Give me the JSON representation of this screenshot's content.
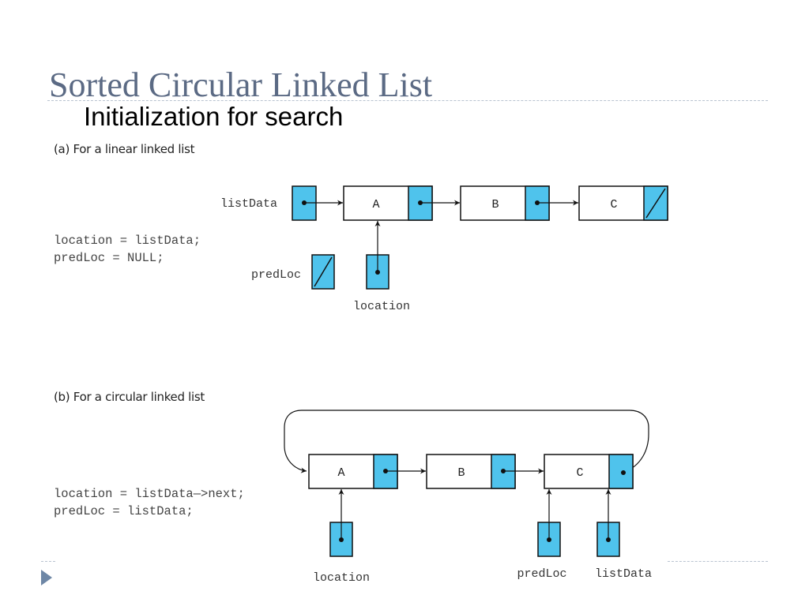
{
  "slide": {
    "title": "Sorted Circular Linked List",
    "subtitle": "Initialization for search"
  },
  "panel_a": {
    "label": "(a) For a linear linked list",
    "code": [
      "location = listData;",
      "predLoc = NULL;"
    ],
    "pointer_labels": {
      "list_data": "listData",
      "pred_loc": "predLoc",
      "location": "location"
    },
    "nodes": [
      "A",
      "B",
      "C"
    ]
  },
  "panel_b": {
    "label": "(b) For a circular linked list",
    "code": [
      "location = listData—>next;",
      "predLoc = listData;"
    ],
    "pointer_labels": {
      "location": "location",
      "pred_loc": "predLoc",
      "list_data": "listData"
    },
    "nodes": [
      "A",
      "B",
      "C"
    ]
  },
  "colors": {
    "title": "#5b6a84",
    "pointer_fill": "#4fc3ec",
    "stroke": "#111111",
    "bullet": "#6e87a6"
  }
}
